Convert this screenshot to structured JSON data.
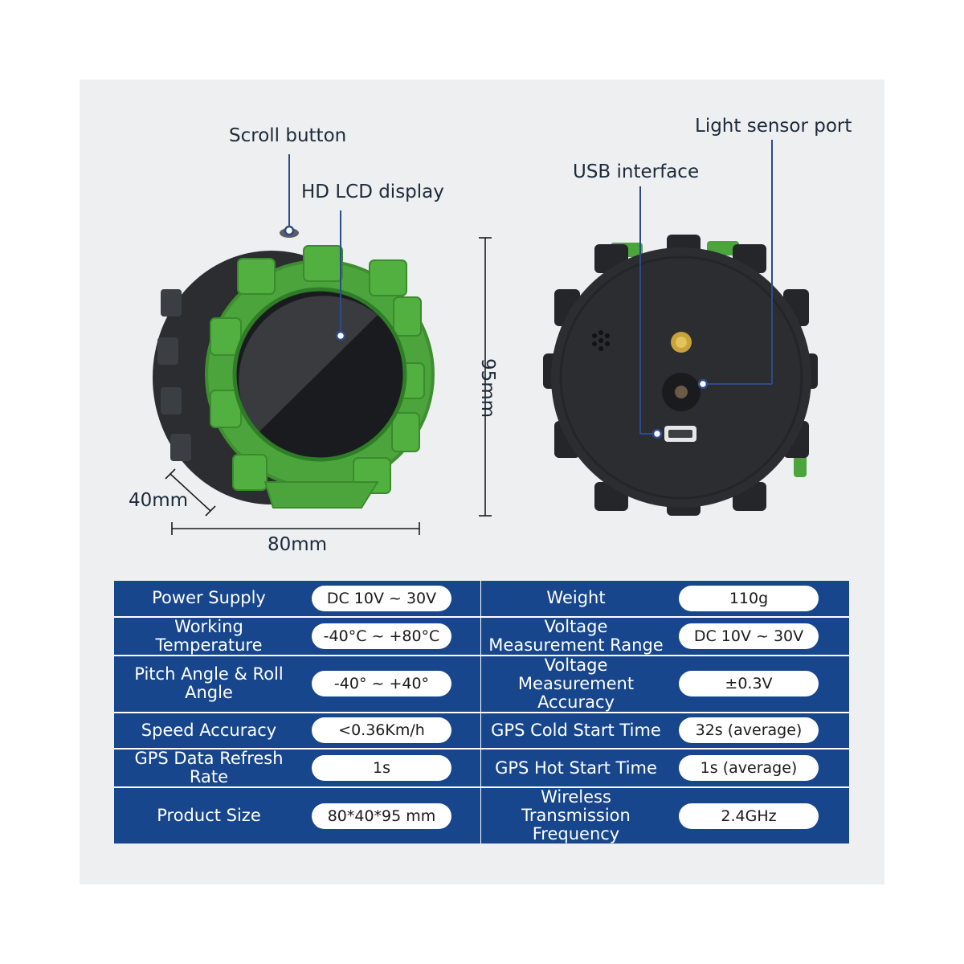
{
  "callouts": {
    "scroll_button": "Scroll button",
    "hd_lcd_display": "HD LCD display",
    "usb_interface": "USB interface",
    "light_sensor_port": "Light sensor port"
  },
  "dimensions": {
    "depth": "40mm",
    "width": "80mm",
    "height": "95mm"
  },
  "specs": [
    {
      "name": "Power Supply",
      "value": "DC 10V ~ 30V"
    },
    {
      "name": "Weight",
      "value": "110g"
    },
    {
      "name": "Working Temperature",
      "value": "-40°C ~ +80°C"
    },
    {
      "name": "Voltage Measurement Range",
      "value": "DC 10V ~ 30V"
    },
    {
      "name": "Pitch Angle & Roll Angle",
      "value": "-40° ~ +40°"
    },
    {
      "name": "Voltage Measurement Accuracy",
      "value": "±0.3V"
    },
    {
      "name": "Speed Accuracy",
      "value": "<0.36Km/h"
    },
    {
      "name": "GPS Cold Start Time",
      "value": "32s (average)"
    },
    {
      "name": "GPS Data Refresh Rate",
      "value": "1s"
    },
    {
      "name": "GPS Hot Start Time",
      "value": "1s (average)"
    },
    {
      "name": "Product Size",
      "value": "80*40*95 mm"
    },
    {
      "name": "Wireless Transmission Frequency",
      "value": "2.4GHz"
    }
  ],
  "colors": {
    "table_blue": "#17468c",
    "case_green": "#4ca53c",
    "device_black": "#2b2d30",
    "callout_line": "#2d4a8a"
  }
}
